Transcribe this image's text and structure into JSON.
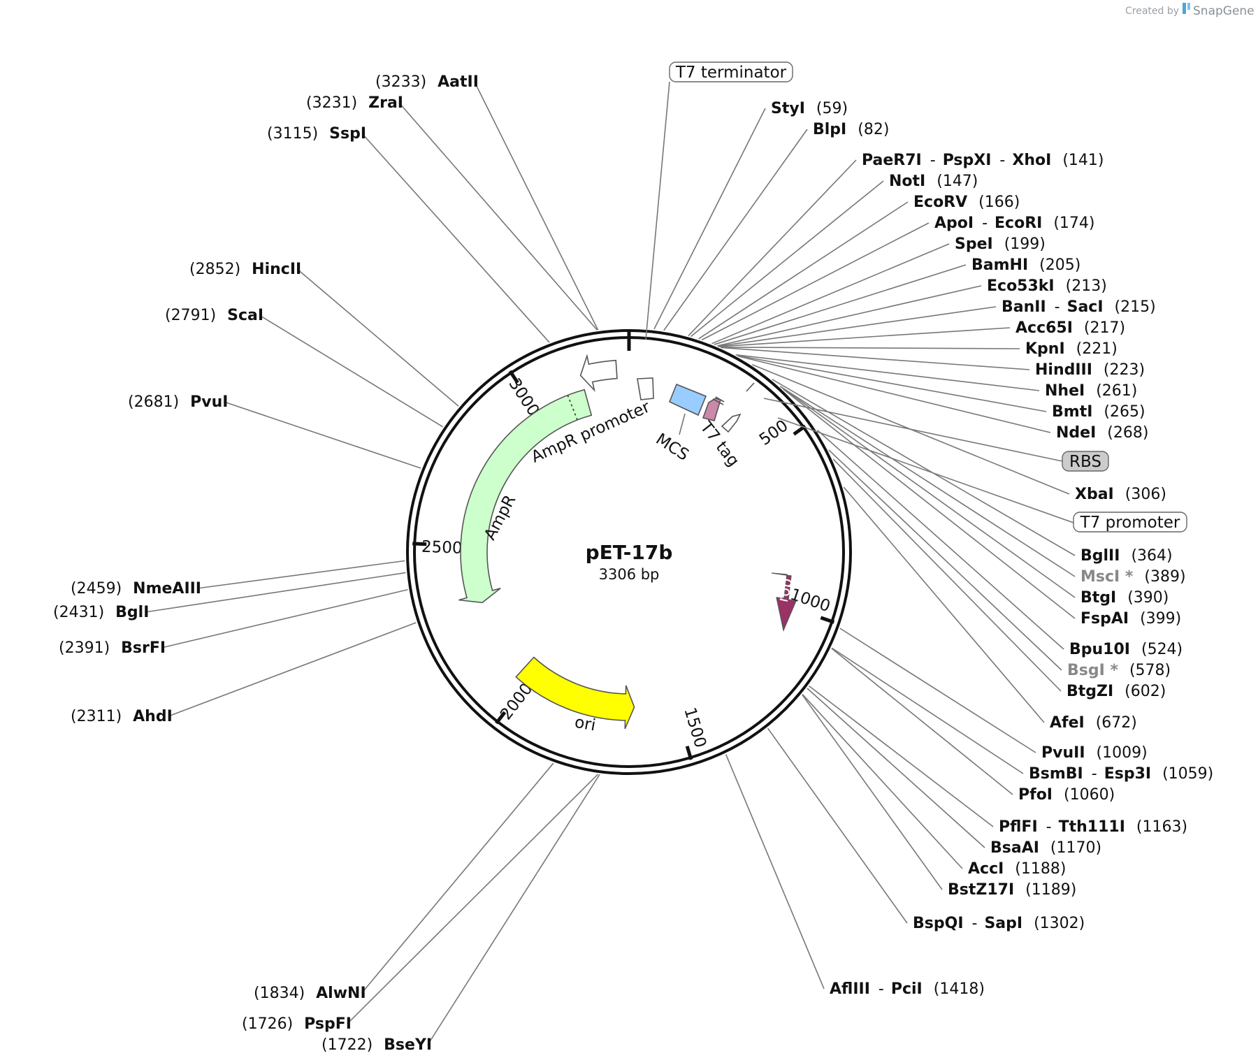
{
  "credit": {
    "created_by": "Created by",
    "brand": "SnapGene"
  },
  "plasmid": {
    "name": "pET-17b",
    "size_label": "3306 bp",
    "length": 3306
  },
  "ticks": [
    {
      "label": "500",
      "pos": 500
    },
    {
      "label": "1000",
      "pos": 1000
    },
    {
      "label": "1500",
      "pos": 1500
    },
    {
      "label": "2000",
      "pos": 2000
    },
    {
      "label": "2500",
      "pos": 2500
    },
    {
      "label": "3000",
      "pos": 3000
    }
  ],
  "features": [
    {
      "name": "AmpR",
      "label": "AmpR",
      "start": 2305,
      "end": 3165,
      "direction": "reverse",
      "color": "#ccffcc"
    },
    {
      "name": "AmpR promoter",
      "label": "AmpR promoter",
      "start": 3165,
      "end": 3270,
      "direction": "reverse",
      "color": "#ffffff"
    },
    {
      "name": "ori",
      "label": "ori",
      "start": 1635,
      "end": 2040,
      "direction": "reverse",
      "color": "#ffff00"
    },
    {
      "name": "rop",
      "label": "rop",
      "start": 905,
      "end": 975,
      "direction": "forward",
      "color": "#993366"
    },
    {
      "name": "T7 terminator",
      "label": "T7 terminator",
      "start": 25,
      "end": 72,
      "color": "#ffffff"
    },
    {
      "name": "MCS",
      "label": "MCS",
      "start": 141,
      "end": 205,
      "color": "#99ccff"
    },
    {
      "name": "T7 tag",
      "label": "T7 tag",
      "start": 213,
      "end": 252,
      "color": "#cc88aa"
    },
    {
      "name": "RBS",
      "label": "RBS",
      "start": 275,
      "end": 290,
      "color": "#cccccc"
    },
    {
      "name": "T7 promoter",
      "label": "T7 promoter",
      "start": 322,
      "end": 340,
      "color": "#ffffff"
    }
  ],
  "sites_right": [
    {
      "parts": [
        "StyI"
      ],
      "pos": "(59)",
      "bp": 59
    },
    {
      "parts": [
        "BlpI"
      ],
      "pos": "(82)",
      "bp": 82
    },
    {
      "parts": [
        "PaeR7I",
        "PspXI",
        "XhoI"
      ],
      "pos": "(141)",
      "bp": 141
    },
    {
      "parts": [
        "NotI"
      ],
      "pos": "(147)",
      "bp": 147
    },
    {
      "parts": [
        "EcoRV"
      ],
      "pos": "(166)",
      "bp": 166
    },
    {
      "parts": [
        "ApoI",
        "EcoRI"
      ],
      "pos": "(174)",
      "bp": 174
    },
    {
      "parts": [
        "SpeI"
      ],
      "pos": "(199)",
      "bp": 199
    },
    {
      "parts": [
        "BamHI"
      ],
      "pos": "(205)",
      "bp": 205
    },
    {
      "parts": [
        "Eco53kI"
      ],
      "pos": "(213)",
      "bp": 213
    },
    {
      "parts": [
        "BanII",
        "SacI"
      ],
      "pos": "(215)",
      "bp": 215
    },
    {
      "parts": [
        "Acc65I"
      ],
      "pos": "(217)",
      "bp": 217
    },
    {
      "parts": [
        "KpnI"
      ],
      "pos": "(221)",
      "bp": 221
    },
    {
      "parts": [
        "HindIII"
      ],
      "pos": "(223)",
      "bp": 223
    },
    {
      "parts": [
        "NheI"
      ],
      "pos": "(261)",
      "bp": 261
    },
    {
      "parts": [
        "BmtI"
      ],
      "pos": "(265)",
      "bp": 265
    },
    {
      "parts": [
        "NdeI"
      ],
      "pos": "(268)",
      "bp": 268
    },
    {
      "parts": [
        "XbaI"
      ],
      "pos": "(306)",
      "bp": 306
    },
    {
      "parts": [
        "BglII"
      ],
      "pos": "(364)",
      "bp": 364
    },
    {
      "parts": [
        "MscI *"
      ],
      "pos": "(389)",
      "bp": 389,
      "grey": true
    },
    {
      "parts": [
        "BtgI"
      ],
      "pos": "(390)",
      "bp": 390
    },
    {
      "parts": [
        "FspAI"
      ],
      "pos": "(399)",
      "bp": 399
    },
    {
      "parts": [
        "Bpu10I"
      ],
      "pos": "(524)",
      "bp": 524
    },
    {
      "parts": [
        "BsgI *"
      ],
      "pos": "(578)",
      "bp": 578,
      "grey": true
    },
    {
      "parts": [
        "BtgZI"
      ],
      "pos": "(602)",
      "bp": 602
    },
    {
      "parts": [
        "AfeI"
      ],
      "pos": "(672)",
      "bp": 672
    },
    {
      "parts": [
        "PvuII"
      ],
      "pos": "(1009)",
      "bp": 1009
    },
    {
      "parts": [
        "BsmBI",
        "Esp3I"
      ],
      "pos": "(1059)",
      "bp": 1059
    },
    {
      "parts": [
        "PfoI"
      ],
      "pos": "(1060)",
      "bp": 1060
    },
    {
      "parts": [
        "PflFI",
        "Tth111I"
      ],
      "pos": "(1163)",
      "bp": 1163
    },
    {
      "parts": [
        "BsaAI"
      ],
      "pos": "(1170)",
      "bp": 1170
    },
    {
      "parts": [
        "AccI"
      ],
      "pos": "(1188)",
      "bp": 1188
    },
    {
      "parts": [
        "BstZ17I"
      ],
      "pos": "(1189)",
      "bp": 1189
    },
    {
      "parts": [
        "BspQI",
        "SapI"
      ],
      "pos": "(1302)",
      "bp": 1302
    },
    {
      "parts": [
        "AflIII",
        "PciI"
      ],
      "pos": "(1418)",
      "bp": 1418
    }
  ],
  "sites_left": [
    {
      "parts": [
        "AatII"
      ],
      "pos": "(3233)",
      "bp": 3233
    },
    {
      "parts": [
        "ZraI"
      ],
      "pos": "(3231)",
      "bp": 3231
    },
    {
      "parts": [
        "SspI"
      ],
      "pos": "(3115)",
      "bp": 3115
    },
    {
      "parts": [
        "HincII"
      ],
      "pos": "(2852)",
      "bp": 2852
    },
    {
      "parts": [
        "ScaI"
      ],
      "pos": "(2791)",
      "bp": 2791
    },
    {
      "parts": [
        "PvuI"
      ],
      "pos": "(2681)",
      "bp": 2681
    },
    {
      "parts": [
        "NmeAIII"
      ],
      "pos": "(2459)",
      "bp": 2459
    },
    {
      "parts": [
        "BglI"
      ],
      "pos": "(2431)",
      "bp": 2431
    },
    {
      "parts": [
        "BsrFI"
      ],
      "pos": "(2391)",
      "bp": 2391
    },
    {
      "parts": [
        "AhdI"
      ],
      "pos": "(2311)",
      "bp": 2311
    },
    {
      "parts": [
        "AlwNI"
      ],
      "pos": "(1834)",
      "bp": 1834
    },
    {
      "parts": [
        "PspFI"
      ],
      "pos": "(1726)",
      "bp": 1726
    },
    {
      "parts": [
        "BseYI"
      ],
      "pos": "(1722)",
      "bp": 1722
    }
  ]
}
